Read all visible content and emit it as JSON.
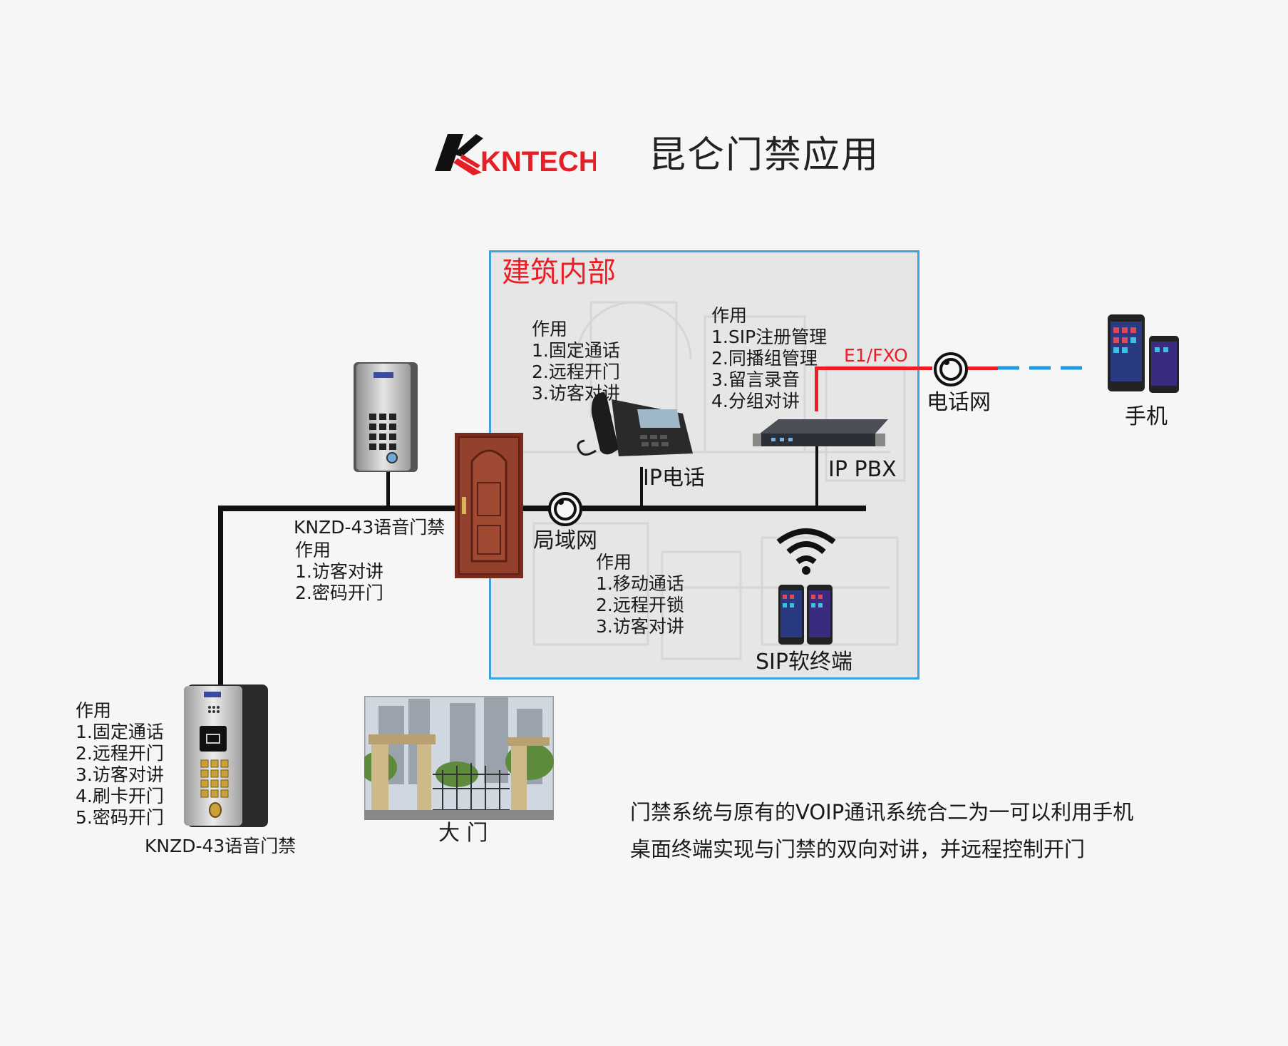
{
  "header": {
    "logo_text": "KNTECH",
    "title": "昆仑门禁应用"
  },
  "building": {
    "title": "建筑内部"
  },
  "ip_phone": {
    "func_title": "作用",
    "func_items": [
      "1.固定通话",
      "2.远程开门",
      "3.访客对讲"
    ],
    "label": "IP电话"
  },
  "ip_pbx": {
    "func_title": "作用",
    "func_items": [
      "1.SIP注册管理",
      "2.同播组管理",
      "3.留言录音",
      "4.分组对讲"
    ],
    "label": "IP PBX",
    "trunk_label": "E1/FXO"
  },
  "phone_network": {
    "label": "电话网"
  },
  "mobile": {
    "label": "手机"
  },
  "lan": {
    "label": "局域网"
  },
  "door_intercom_top": {
    "label": "KNZD-43语音门禁",
    "func_title": "作用",
    "func_items": [
      "1.访客对讲",
      "2.密码开门"
    ]
  },
  "sip_client": {
    "func_title": "作用",
    "func_items": [
      "1.移动通话",
      "2.远程开锁",
      "3.访客对讲"
    ],
    "label": "SIP软终端"
  },
  "door_intercom_bottom": {
    "func_title": "作用",
    "func_items": [
      "1.固定通话",
      "2.远程开门",
      "3.访客对讲",
      "4.刷卡开门",
      "5.密码开门"
    ],
    "label": "KNZD-43语音门禁"
  },
  "gate": {
    "label": "大 门"
  },
  "description": {
    "line_1": "门禁系统与原有的VOIP通讯系统合二为一可以利用手机",
    "line_2": "桌面终端实现与门禁的双向对讲，并远程控制开门"
  },
  "colors": {
    "building_border": "#3aa4e0",
    "building_title": "#ee1c24",
    "trunk_line": "#ee1c24",
    "mobile_link": "#1e9ae0",
    "logo_red": "#e61e25",
    "network_line": "#111111"
  },
  "icons": [
    "lan-hub-icon",
    "phone-network-hub-icon",
    "wifi-icon"
  ]
}
